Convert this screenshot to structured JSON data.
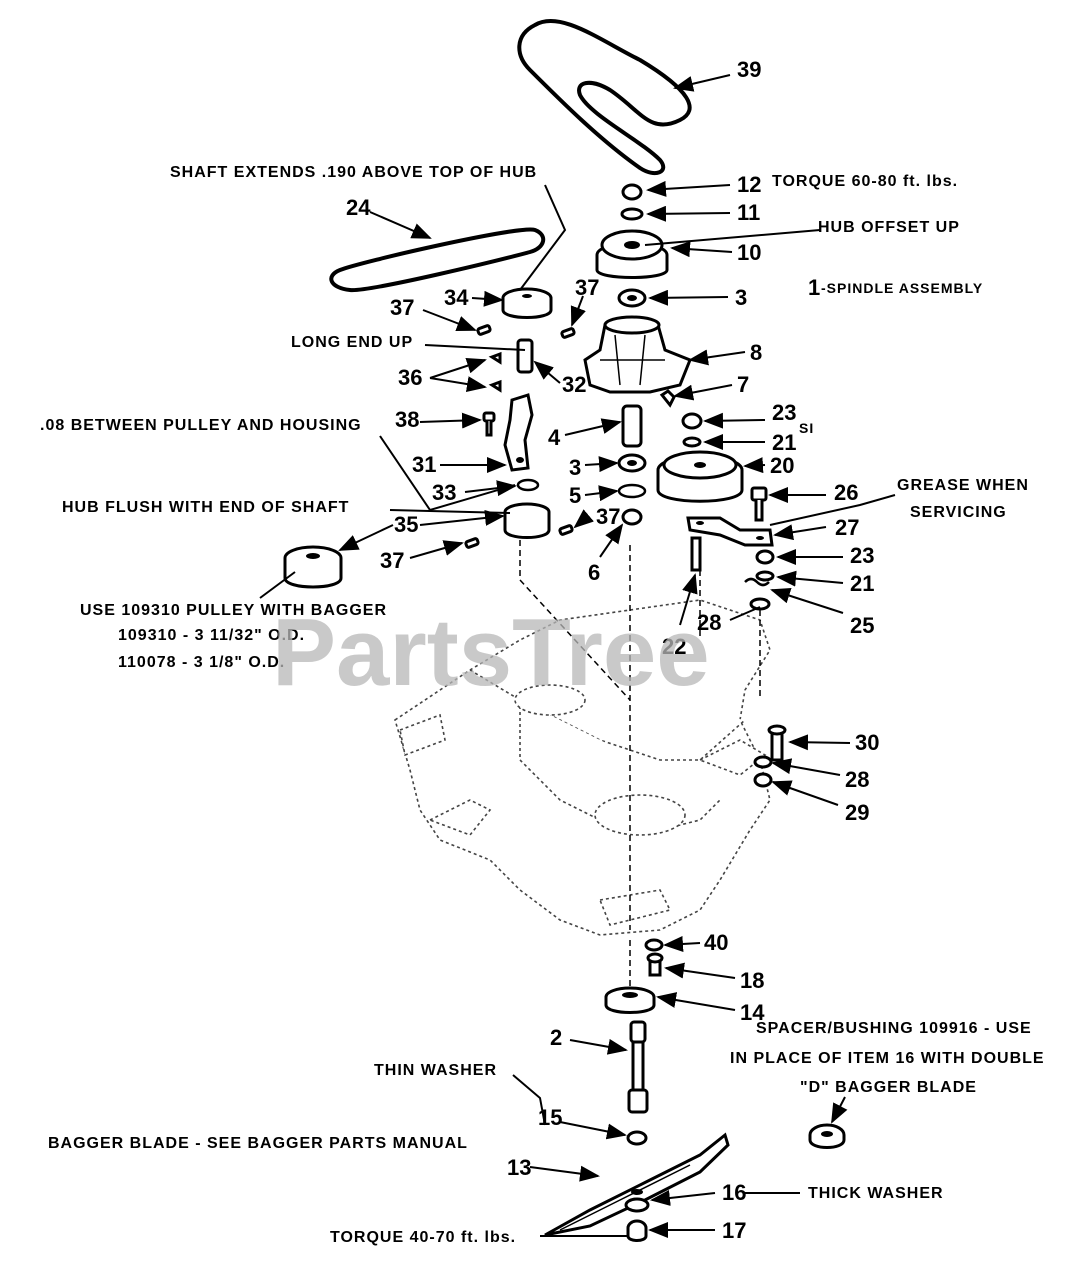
{
  "watermark": "PartsTree",
  "labels": {
    "n39": "39",
    "n12": "12",
    "n11": "11",
    "n10": "10",
    "n3a": "3",
    "n8": "8",
    "n7": "7",
    "n23a": "23",
    "n21a": "21",
    "n4": "4",
    "n3b": "3",
    "n20": "20",
    "n5": "5",
    "n26": "26",
    "n6": "6",
    "n27": "27",
    "n23b": "23",
    "n21b": "21",
    "n25": "25",
    "n22": "22",
    "n28a": "28",
    "n30": "30",
    "n28b": "28",
    "n29": "29",
    "n24": "24",
    "n34": "34",
    "n37a": "37",
    "n37b": "37",
    "n36": "36",
    "n32": "32",
    "n38": "38",
    "n31": "31",
    "n33": "33",
    "n35": "35",
    "n37c": "37",
    "n37d": "37",
    "n40": "40",
    "n18": "18",
    "n14": "14",
    "n2": "2",
    "n15": "15",
    "n13": "13",
    "n16": "16",
    "n17": "17",
    "n1": "1"
  },
  "notes": {
    "shaft_extends": "SHAFT EXTENDS .190 ABOVE TOP OF HUB",
    "torque_top": "TORQUE 60-80 ft. lbs.",
    "hub_offset": "HUB OFFSET UP",
    "spindle_assembly": "-SPINDLE ASSEMBLY",
    "long_end_up": "LONG END UP",
    "between_pulley": ".08 BETWEEN PULLEY AND HOUSING",
    "si": "SI",
    "hub_flush": "HUB FLUSH WITH END OF SHAFT",
    "grease_1": "GREASE WHEN",
    "grease_2": "SERVICING",
    "use_pulley": "USE 109310 PULLEY WITH BAGGER",
    "od_1": "109310 - 3 11/32\" O.D.",
    "od_2": "110078 - 3 1/8\" O.D.",
    "spacer_1": "SPACER/BUSHING 109916 - USE",
    "spacer_2": "IN PLACE OF ITEM 16 WITH DOUBLE",
    "spacer_3": "\"D\" BAGGER BLADE",
    "thin_washer": "THIN WASHER",
    "bagger_blade": "BAGGER BLADE - SEE BAGGER PARTS MANUAL",
    "thick_washer": "THICK WASHER",
    "torque_bottom": "TORQUE 40-70 ft. lbs."
  }
}
